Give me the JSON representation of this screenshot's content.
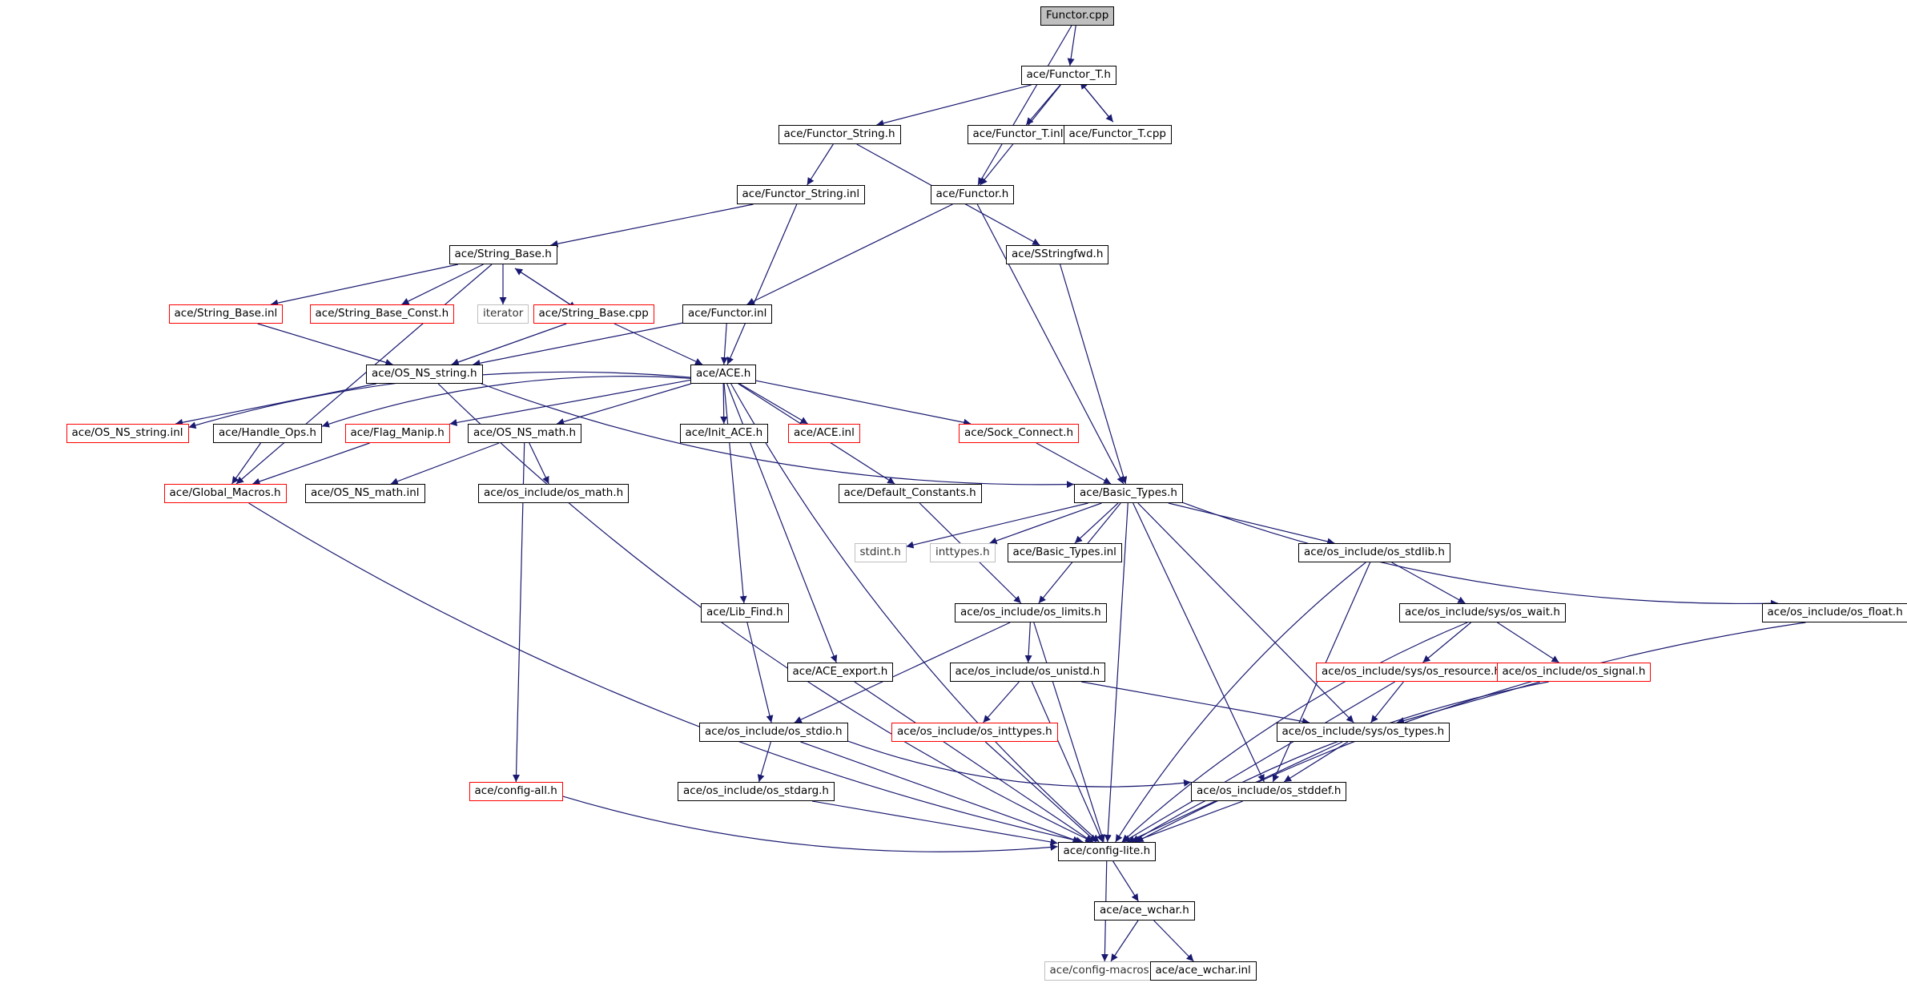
{
  "colors": {
    "edge": "#191970",
    "border": "#000000",
    "red_border": "#ff0000",
    "gray_border": "#bfbfbf",
    "root_fill": "#bfbfbf"
  },
  "nodes": [
    {
      "id": "n0",
      "label": "Functor.cpp",
      "kind": "root"
    },
    {
      "id": "n1",
      "label": "ace/Functor_T.h",
      "kind": "normal"
    },
    {
      "id": "n2",
      "label": "ace/Functor_String.h",
      "kind": "normal"
    },
    {
      "id": "n3",
      "label": "ace/Functor_T.inl",
      "kind": "normal"
    },
    {
      "id": "n4",
      "label": "ace/Functor_T.cpp",
      "kind": "normal"
    },
    {
      "id": "n5",
      "label": "ace/Functor_String.inl",
      "kind": "normal"
    },
    {
      "id": "n6",
      "label": "ace/Functor.h",
      "kind": "normal"
    },
    {
      "id": "n7",
      "label": "ace/String_Base.h",
      "kind": "normal"
    },
    {
      "id": "n8",
      "label": "ace/SStringfwd.h",
      "kind": "normal"
    },
    {
      "id": "n9",
      "label": "ace/String_Base.inl",
      "kind": "red"
    },
    {
      "id": "n10",
      "label": "ace/String_Base_Const.h",
      "kind": "red"
    },
    {
      "id": "n11",
      "label": "iterator",
      "kind": "gray"
    },
    {
      "id": "n12",
      "label": "ace/String_Base.cpp",
      "kind": "red"
    },
    {
      "id": "n13",
      "label": "ace/Functor.inl",
      "kind": "normal"
    },
    {
      "id": "n14",
      "label": "ace/OS_NS_string.h",
      "kind": "normal"
    },
    {
      "id": "n15",
      "label": "ace/ACE.h",
      "kind": "normal"
    },
    {
      "id": "n16",
      "label": "ace/OS_NS_string.inl",
      "kind": "red"
    },
    {
      "id": "n17",
      "label": "ace/Handle_Ops.h",
      "kind": "normal"
    },
    {
      "id": "n18",
      "label": "ace/Flag_Manip.h",
      "kind": "red"
    },
    {
      "id": "n19",
      "label": "ace/OS_NS_math.h",
      "kind": "normal"
    },
    {
      "id": "n20",
      "label": "ace/Init_ACE.h",
      "kind": "normal"
    },
    {
      "id": "n21",
      "label": "ace/ACE.inl",
      "kind": "red"
    },
    {
      "id": "n22",
      "label": "ace/Sock_Connect.h",
      "kind": "red"
    },
    {
      "id": "n23",
      "label": "ace/Global_Macros.h",
      "kind": "red"
    },
    {
      "id": "n24",
      "label": "ace/OS_NS_math.inl",
      "kind": "normal"
    },
    {
      "id": "n25",
      "label": "ace/os_include/os_math.h",
      "kind": "normal"
    },
    {
      "id": "n26",
      "label": "ace/Default_Constants.h",
      "kind": "normal"
    },
    {
      "id": "n27",
      "label": "ace/Basic_Types.h",
      "kind": "normal"
    },
    {
      "id": "n28",
      "label": "stdint.h",
      "kind": "gray"
    },
    {
      "id": "n29",
      "label": "inttypes.h",
      "kind": "gray"
    },
    {
      "id": "n30",
      "label": "ace/Basic_Types.inl",
      "kind": "normal"
    },
    {
      "id": "n31",
      "label": "ace/os_include/os_stdlib.h",
      "kind": "normal"
    },
    {
      "id": "n32",
      "label": "ace/Lib_Find.h",
      "kind": "normal"
    },
    {
      "id": "n33",
      "label": "ace/os_include/os_limits.h",
      "kind": "normal"
    },
    {
      "id": "n34",
      "label": "ace/os_include/sys/os_wait.h",
      "kind": "normal"
    },
    {
      "id": "n35",
      "label": "ace/os_include/os_float.h",
      "kind": "normal"
    },
    {
      "id": "n36",
      "label": "ace/ACE_export.h",
      "kind": "normal"
    },
    {
      "id": "n37",
      "label": "ace/os_include/os_unistd.h",
      "kind": "normal"
    },
    {
      "id": "n38",
      "label": "ace/os_include/sys/os_resource.h",
      "kind": "red"
    },
    {
      "id": "n39",
      "label": "ace/os_include/os_signal.h",
      "kind": "red"
    },
    {
      "id": "n40",
      "label": "ace/os_include/os_stdio.h",
      "kind": "normal"
    },
    {
      "id": "n41",
      "label": "ace/os_include/os_inttypes.h",
      "kind": "red"
    },
    {
      "id": "n42",
      "label": "ace/os_include/sys/os_types.h",
      "kind": "normal"
    },
    {
      "id": "n43",
      "label": "ace/config-all.h",
      "kind": "red"
    },
    {
      "id": "n44",
      "label": "ace/os_include/os_stdarg.h",
      "kind": "normal"
    },
    {
      "id": "n45",
      "label": "ace/os_include/os_stddef.h",
      "kind": "normal"
    },
    {
      "id": "n46",
      "label": "ace/config-lite.h",
      "kind": "normal"
    },
    {
      "id": "n47",
      "label": "ace/ace_wchar.h",
      "kind": "normal"
    },
    {
      "id": "n48",
      "label": "ace/config-macros.h",
      "kind": "gray"
    },
    {
      "id": "n49",
      "label": "ace/ace_wchar.inl",
      "kind": "normal"
    }
  ],
  "edges": [
    [
      "n0",
      "n1"
    ],
    [
      "n0",
      "n6"
    ],
    [
      "n1",
      "n2"
    ],
    [
      "n1",
      "n3"
    ],
    [
      "n1",
      "n4"
    ],
    [
      "n1",
      "n6"
    ],
    [
      "n4",
      "n1"
    ],
    [
      "n2",
      "n5"
    ],
    [
      "n2",
      "n8"
    ],
    [
      "n5",
      "n7"
    ],
    [
      "n5",
      "n15"
    ],
    [
      "n6",
      "n13"
    ],
    [
      "n6",
      "n27"
    ],
    [
      "n8",
      "n27"
    ],
    [
      "n7",
      "n9"
    ],
    [
      "n7",
      "n10"
    ],
    [
      "n7",
      "n11"
    ],
    [
      "n7",
      "n12"
    ],
    [
      "n7",
      "n23"
    ],
    [
      "n12",
      "n7"
    ],
    [
      "n9",
      "n14"
    ],
    [
      "n12",
      "n14"
    ],
    [
      "n12",
      "n15"
    ],
    [
      "n13",
      "n14"
    ],
    [
      "n13",
      "n15"
    ],
    [
      "n14",
      "n16"
    ],
    [
      "n14",
      "n27"
    ],
    [
      "n14",
      "n46"
    ],
    [
      "n15",
      "n16"
    ],
    [
      "n15",
      "n17"
    ],
    [
      "n15",
      "n18"
    ],
    [
      "n15",
      "n19"
    ],
    [
      "n15",
      "n20"
    ],
    [
      "n15",
      "n21"
    ],
    [
      "n15",
      "n22"
    ],
    [
      "n15",
      "n26"
    ],
    [
      "n15",
      "n32"
    ],
    [
      "n15",
      "n36"
    ],
    [
      "n15",
      "n46"
    ],
    [
      "n17",
      "n23"
    ],
    [
      "n18",
      "n23"
    ],
    [
      "n19",
      "n24"
    ],
    [
      "n19",
      "n25"
    ],
    [
      "n19",
      "n43"
    ],
    [
      "n22",
      "n27"
    ],
    [
      "n23",
      "n46"
    ],
    [
      "n26",
      "n33"
    ],
    [
      "n27",
      "n28"
    ],
    [
      "n27",
      "n29"
    ],
    [
      "n27",
      "n30"
    ],
    [
      "n27",
      "n31"
    ],
    [
      "n27",
      "n33"
    ],
    [
      "n27",
      "n35"
    ],
    [
      "n27",
      "n42"
    ],
    [
      "n27",
      "n45"
    ],
    [
      "n27",
      "n46"
    ],
    [
      "n31",
      "n34"
    ],
    [
      "n31",
      "n45"
    ],
    [
      "n31",
      "n46"
    ],
    [
      "n32",
      "n40"
    ],
    [
      "n33",
      "n37"
    ],
    [
      "n33",
      "n40"
    ],
    [
      "n33",
      "n46"
    ],
    [
      "n34",
      "n38"
    ],
    [
      "n34",
      "n39"
    ],
    [
      "n34",
      "n46"
    ],
    [
      "n35",
      "n46"
    ],
    [
      "n36",
      "n46"
    ],
    [
      "n37",
      "n41"
    ],
    [
      "n37",
      "n42"
    ],
    [
      "n37",
      "n46"
    ],
    [
      "n38",
      "n42"
    ],
    [
      "n38",
      "n46"
    ],
    [
      "n39",
      "n42"
    ],
    [
      "n39",
      "n46"
    ],
    [
      "n40",
      "n44"
    ],
    [
      "n40",
      "n45"
    ],
    [
      "n40",
      "n46"
    ],
    [
      "n41",
      "n46"
    ],
    [
      "n42",
      "n45"
    ],
    [
      "n42",
      "n46"
    ],
    [
      "n43",
      "n46"
    ],
    [
      "n44",
      "n46"
    ],
    [
      "n45",
      "n46"
    ],
    [
      "n46",
      "n47"
    ],
    [
      "n46",
      "n48"
    ],
    [
      "n47",
      "n48"
    ],
    [
      "n47",
      "n49"
    ]
  ]
}
